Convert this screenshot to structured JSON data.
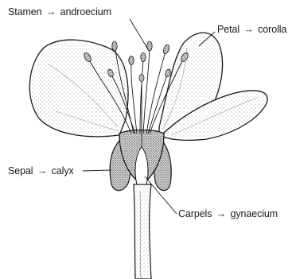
{
  "labels": {
    "stamen": {
      "part": "Stamen",
      "arrow": "→",
      "group": "androecium"
    },
    "petal": {
      "part": "Petal",
      "arrow": "→",
      "group": "corolla"
    },
    "sepal": {
      "part": "Sepal",
      "arrow": "→",
      "group": "calyx"
    },
    "carpels": {
      "part": "Carpels",
      "arrow": "→",
      "group": "gynaecium"
    }
  },
  "colors": {
    "ink": "#1a1a1a",
    "paper": "#ffffff",
    "stipple": "#b8b8b8"
  }
}
